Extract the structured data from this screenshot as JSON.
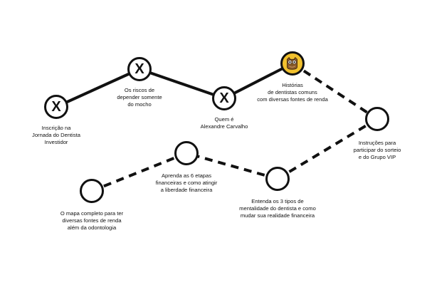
{
  "journey": {
    "steps": [
      {
        "status": "done",
        "icon": "x-mark-icon",
        "lines": [
          "Inscrição na",
          "Jornada do Dentista",
          "Investidor"
        ]
      },
      {
        "status": "done",
        "icon": "x-mark-icon",
        "lines": [
          "Os riscos de",
          "depender somente",
          "do mocho"
        ]
      },
      {
        "status": "done",
        "icon": "x-mark-icon",
        "lines": [
          "Quem é",
          "Alexandre Carvalho"
        ]
      },
      {
        "status": "current",
        "icon": "owl-icon",
        "lines": [
          "Histórias",
          "de dentistas comuns",
          "com diversas fontes de renda"
        ]
      },
      {
        "status": "upcoming",
        "icon": "",
        "lines": [
          "Instruções para",
          "participar do sorteio",
          "e do Grupo VIP"
        ]
      },
      {
        "status": "upcoming",
        "icon": "",
        "lines": [
          "Entenda os 3 tipos de",
          "mentalidade do dentista e como",
          "mudar sua realidade financeira"
        ]
      },
      {
        "status": "upcoming",
        "icon": "",
        "lines": [
          "Aprenda as 6 etapas",
          "financeiras e como atingir",
          "a liberdade financeira"
        ]
      },
      {
        "status": "upcoming",
        "icon": "",
        "lines": [
          "O mapa completo para ter",
          "diversas fontes de renda",
          "além da odontologia"
        ]
      }
    ],
    "x_glyph": "X",
    "colors": {
      "line": "#111111",
      "current_fill": "#f2c12e",
      "node_fill": "#ffffff"
    }
  }
}
